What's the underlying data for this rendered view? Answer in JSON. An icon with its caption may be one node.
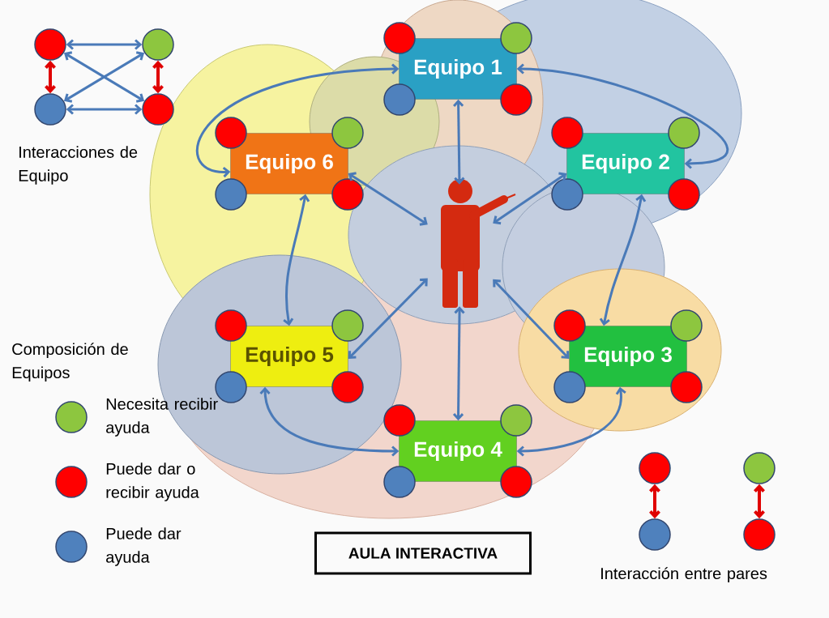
{
  "diagram": {
    "nodes": [
      {
        "text": [
          "Equipo 1"
        ]
      },
      {
        "text": [
          "Equipo 2"
        ]
      },
      {
        "text": [
          "Equipo 3"
        ]
      },
      {
        "text": [
          "Equipo 4"
        ]
      },
      {
        "text": [
          "Equipo 5"
        ]
      },
      {
        "text": [
          "Equipo 6"
        ]
      },
      {
        "text": [],
        "shape": "person"
      },
      {
        "text": [],
        "shape": "circle"
      },
      {
        "text": [],
        "shape": "circle"
      },
      {
        "text": [],
        "shape": "circle"
      },
      {
        "text": [],
        "shape": "circle"
      },
      {
        "text": [],
        "shape": "circle"
      },
      {
        "text": [],
        "shape": "circle"
      },
      {
        "text": [],
        "shape": "circle"
      },
      {
        "text": [],
        "shape": "circle"
      },
      {
        "text": [
          "AULA INTERACTIVA"
        ]
      },
      {
        "text": [],
        "shape": "circle"
      },
      {
        "text": [],
        "shape": "circle"
      },
      {
        "text": [],
        "shape": "circle"
      },
      {
        "text": [],
        "shape": "circle"
      },
      {
        "text": [],
        "shape": "circle"
      },
      {
        "text": [],
        "shape": "circle"
      },
      {
        "text": [],
        "shape": "circle"
      },
      {
        "text": [],
        "shape": "circle"
      },
      {
        "text": [],
        "shape": "circle"
      },
      {
        "text": [],
        "shape": "circle"
      },
      {
        "text": [],
        "shape": "circle"
      },
      {
        "text": [],
        "shape": "circle"
      },
      {
        "text": [],
        "shape": "circle"
      },
      {
        "text": [],
        "shape": "circle"
      },
      {
        "text": [],
        "shape": "circle"
      },
      {
        "text": [],
        "shape": "circle"
      },
      {
        "text": [],
        "shape": "circle"
      },
      {
        "text": [],
        "shape": "circle"
      },
      {
        "text": [],
        "shape": "circle"
      },
      {
        "text": [],
        "shape": "circle"
      },
      {
        "text": [],
        "shape": "circle"
      },
      {
        "text": [],
        "shape": "circle"
      },
      {
        "text": [],
        "shape": "circle"
      },
      {
        "text": [],
        "shape": "circle"
      }
    ],
    "edges": [
      {
        "from": 0,
        "to": 6,
        "arrow": "both"
      },
      {
        "from": 5,
        "to": 6,
        "arrow": "both"
      },
      {
        "from": 1,
        "to": 6,
        "arrow": "both"
      },
      {
        "from": 4,
        "to": 6,
        "arrow": "both"
      },
      {
        "from": 2,
        "to": 6,
        "arrow": "both"
      },
      {
        "from": 3,
        "to": 6,
        "arrow": "both"
      },
      {
        "from": 5,
        "to": 0,
        "arrow": "both"
      },
      {
        "from": 0,
        "to": 1,
        "arrow": "both"
      },
      {
        "from": 1,
        "to": 2,
        "arrow": "both"
      },
      {
        "from": 2,
        "to": 3,
        "arrow": "both"
      },
      {
        "from": 3,
        "to": 4,
        "arrow": "both"
      },
      {
        "from": 4,
        "to": 5,
        "arrow": "both"
      },
      {
        "from": 7,
        "to": 8,
        "arrow": "both"
      },
      {
        "from": 7,
        "to": 9,
        "arrow": "both",
        "color": "#e00000"
      },
      {
        "from": 8,
        "to": 10,
        "arrow": "both",
        "color": "#e00000"
      },
      {
        "from": 9,
        "to": 10,
        "arrow": "both"
      },
      {
        "from": 7,
        "to": 10,
        "arrow": "both"
      },
      {
        "from": 9,
        "to": 8,
        "arrow": "both"
      },
      {
        "from": 11,
        "to": 13,
        "arrow": "both",
        "color": "#e00000"
      },
      {
        "from": 12,
        "to": 14,
        "arrow": "both",
        "color": "#e00000"
      }
    ],
    "labels": [
      "Interacciones de Equipo",
      "Composición de Equipos",
      "Interacción entre pares"
    ],
    "legend": [
      {
        "text": "Necesita recibir ayuda",
        "color": "#8dc63f"
      },
      {
        "text": "Puede dar o recibir ayuda",
        "color": "#ff0000"
      },
      {
        "text": "Puede dar ayuda",
        "color": "#4f81bd"
      }
    ]
  }
}
